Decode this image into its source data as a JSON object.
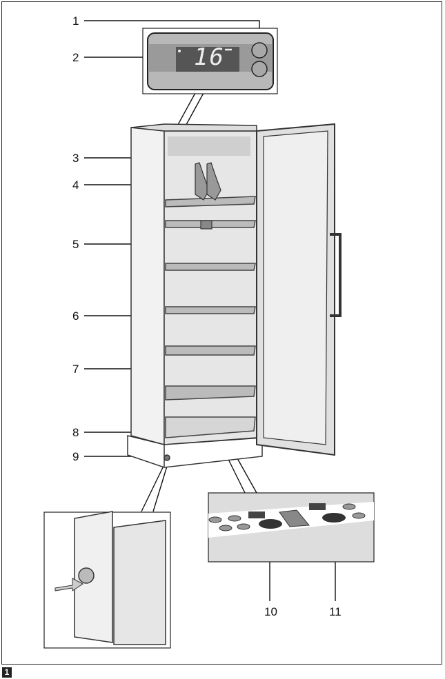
{
  "figure_number": "1",
  "display_reading": "16",
  "callouts": [
    "1",
    "2",
    "3",
    "4",
    "5",
    "6",
    "7",
    "8",
    "9",
    "10",
    "11"
  ]
}
